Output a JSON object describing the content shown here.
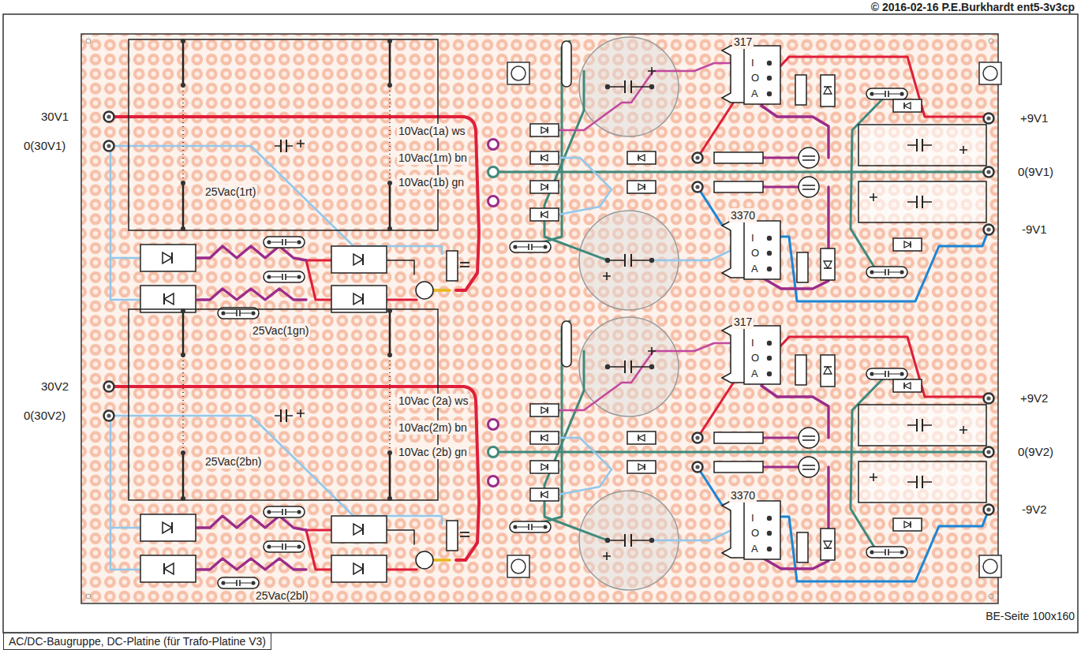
{
  "diagram": {
    "caption": "AC/DC-Baugruppe, DC-Platine (für Trafo-Platine V3)",
    "labels": [
      "© 2016-02-16 P.E.Burkhardt ent5-3v3cp",
      "30V1",
      "0(30V1)",
      "10Vac(1a) ws",
      "10Vac(1m) bn",
      "10Vac(1b) gn",
      "25Vac(1rt)",
      "25Vac(1gn)",
      "317",
      "I",
      "O",
      "A",
      "3370",
      "I",
      "O",
      "A",
      "+9V1",
      "0(9V1)",
      "-9V1",
      "30V2",
      "0(30V2)",
      "10Vac (2a) ws",
      "10Vac(2m) bn",
      "10Vac (2b) gn",
      "25Vac(2bn)",
      "25Vac(2bl)",
      "317",
      "I",
      "O",
      "A",
      "3370",
      "I",
      "O",
      "A",
      "+9V2",
      "0(9V2)",
      "-9V2",
      "BE-Seite 100x160"
    ]
  }
}
